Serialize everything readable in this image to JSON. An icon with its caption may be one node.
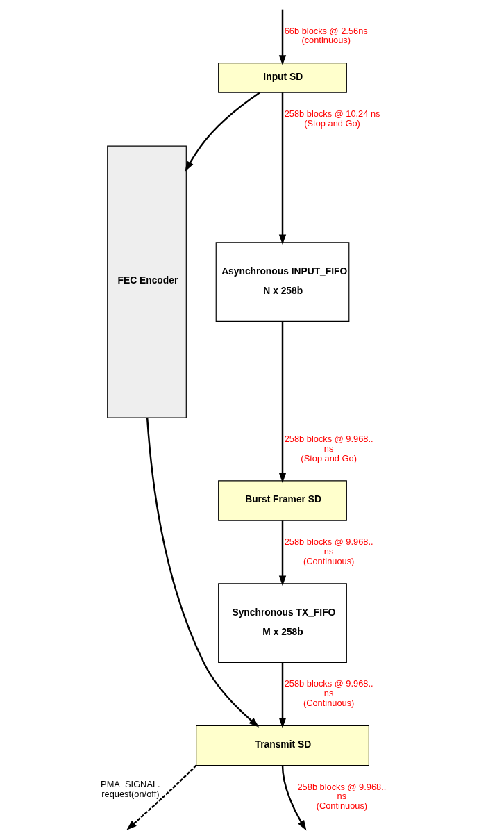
{
  "diagram": {
    "nodes": [
      {
        "text": [
          "Input SD"
        ]
      },
      {
        "text": [
          "FEC Encoder"
        ]
      },
      {
        "text": [
          "Asynchronous INPUT_FIFO",
          "N x 258b"
        ]
      },
      {
        "text": [
          "Burst Framer SD"
        ]
      },
      {
        "text": [
          "Synchronous TX_FIFO",
          "M x 258b"
        ]
      },
      {
        "text": [
          "Transmit SD"
        ]
      }
    ],
    "edges": [
      {
        "from": null,
        "to": 0,
        "arrow": "to",
        "label": "66b blocks @ 2.56ns (continuous)"
      },
      {
        "from": 0,
        "to": 2,
        "arrow": "to",
        "label": "258b blocks @ 10.24 ns (Stop and Go)"
      },
      {
        "from": 0,
        "to": 1,
        "arrow": "to"
      },
      {
        "from": 2,
        "to": 3,
        "arrow": "to",
        "label": "258b blocks @ 9.968.. ns (Stop and Go)"
      },
      {
        "from": 3,
        "to": 4,
        "arrow": "to",
        "label": "258b blocks @ 9.968.. ns (Continuous)"
      },
      {
        "from": 4,
        "to": 5,
        "arrow": "to",
        "label": "258b blocks @ 9.968.. ns (Continuous)"
      },
      {
        "from": 1,
        "to": 5,
        "arrow": "to"
      },
      {
        "from": 5,
        "to": null,
        "arrow": "to",
        "style": "dashed",
        "label": "PMA_SIGNAL. request(on/off)"
      },
      {
        "from": 5,
        "to": null,
        "arrow": "to",
        "label": "258b blocks @ 9.968.. ns (Continuous)"
      }
    ]
  }
}
